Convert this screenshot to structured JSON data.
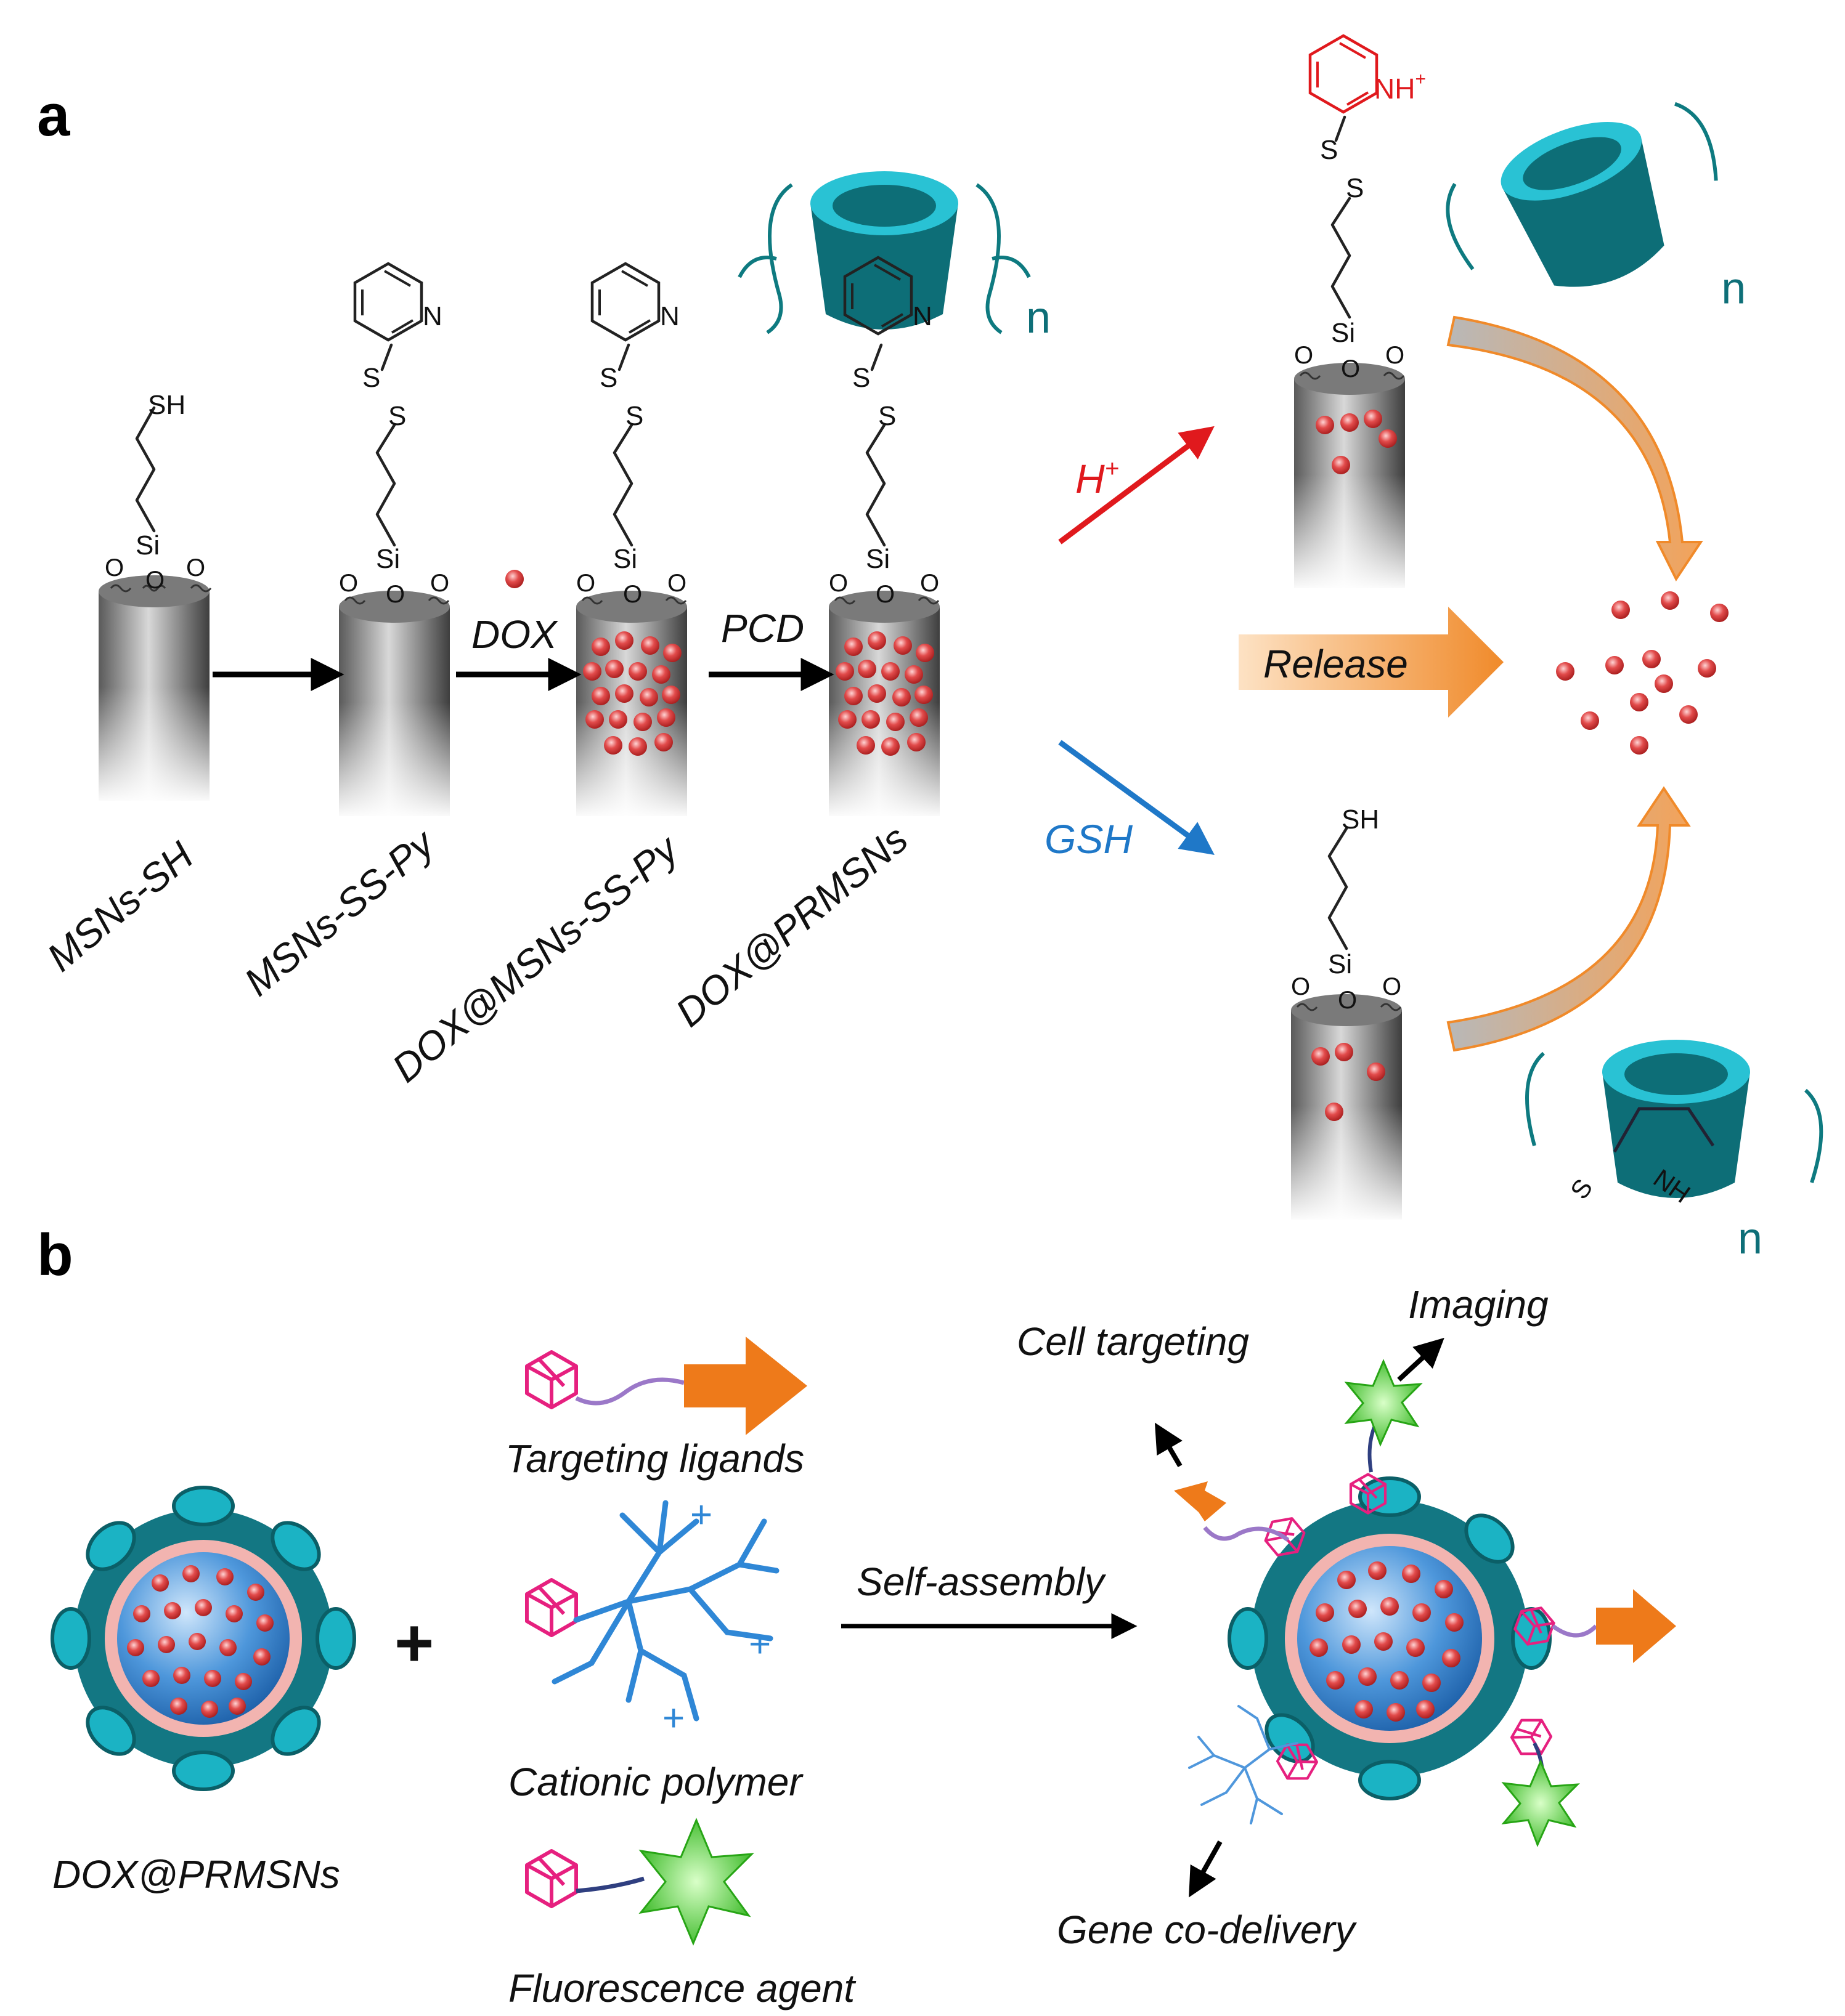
{
  "panel_a": {
    "letter": "a",
    "compounds": [
      "MSNs-SH",
      "MSNs-SS-Py",
      "DOX@MSNs-SS-Py",
      "DOX@PRMSNs"
    ],
    "step_labels": [
      "DOX",
      "PCD"
    ],
    "repeat_unit": "n",
    "trigger_acid": "H",
    "trigger_acid_sup": "+",
    "trigger_reductant": "GSH",
    "release_label": "Release",
    "atoms": {
      "thiol": "SH",
      "sulfur": "S",
      "silicon": "Si",
      "oxygen": "O",
      "nitrogen": "N",
      "protonated_n": "NH",
      "protonated_n_sup": "+",
      "thioamide_nh": "NH",
      "thioamide_s": "S"
    },
    "colors": {
      "acid": "#e0191d",
      "reductant": "#1f78c8",
      "cyclodextrin": "#0e6f78",
      "drug": "#e24b4b",
      "release": "#f08a2a"
    }
  },
  "panel_b": {
    "letter": "b",
    "nanoparticle_label": "DOX@PRMSNs",
    "plus": "+",
    "modules": [
      "Targeting ligands",
      "Cationic polymer",
      "Fluorescence agent"
    ],
    "step_label": "Self-assembly",
    "functions": [
      "Cell targeting",
      "Imaging",
      "Gene co-delivery"
    ],
    "colors": {
      "adamantane": "#e6207f",
      "ligand": "#ee7a1a",
      "polymer": "#2f87d6",
      "fluor": "#3cc625"
    }
  }
}
